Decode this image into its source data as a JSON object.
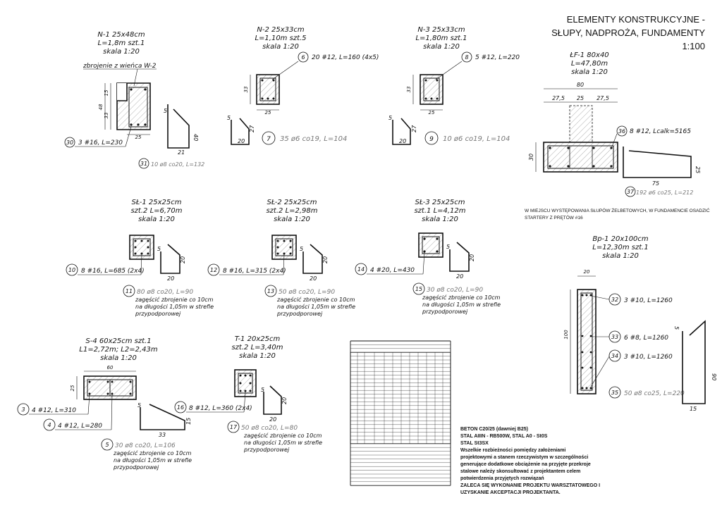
{
  "title": {
    "line1": "ELEMENTY KONSTRUKCYJNE -",
    "line2": "SŁUPY, NADPROŻA, FUNDAMENTY",
    "scale": "1:100"
  },
  "n1": {
    "l1": "N-1  25x48cm",
    "l2": "L=1,8m  szt.1",
    "l3": "skala  1:20",
    "wieniec": "zbrojenie z wieńca W-2",
    "d15": "15",
    "d48": "48",
    "d33": "33",
    "d25": "25",
    "bar30_num": "30",
    "bar30_text": "3 #16, L=230",
    "bar31_num": "31",
    "bar31_text": "10 ø8 co20, ",
    "bar31_len": "L=132",
    "st5": "5",
    "st21": "21",
    "st40": "40"
  },
  "n2": {
    "l1": "N-2  25x33cm",
    "l2": "L=1,10m  szt.5",
    "l3": "skala  1:20",
    "bar6_num": "6",
    "bar6_text": "20 #12, L=160 (4x5)",
    "d33": "33",
    "d25": "25",
    "bar7_num": "7",
    "bar7_text": "35 ø6 co19, ",
    "bar7_len": "L=104",
    "st5": "5",
    "st27": "27",
    "st20": "20"
  },
  "n3": {
    "l1": "N-3  25x33cm",
    "l2": "L=1,80m  szt.1",
    "l3": "skala  1:20",
    "bar8_num": "8",
    "bar8_text": "5 #12, L=220",
    "d33": "33",
    "d25": "25",
    "bar9_num": "9",
    "bar9_text": "10 ø6 co19, ",
    "bar9_len": "L=104",
    "st5": "5",
    "st27": "27",
    "st20": "20"
  },
  "lf1": {
    "l1": "ŁF-1  80x40",
    "l2": "L=47,80m",
    "l3": "skala  1:20",
    "d80": "80",
    "d275a": "27,5",
    "d25": "25",
    "d275b": "27,5",
    "d30": "30",
    "bar36_num": "36",
    "bar36_text": "8 #12, Lcalk=5165",
    "bar37_num": "37",
    "bar37_text": "192 ø6 co25, ",
    "bar37_len": "L=212",
    "st75": "75",
    "st25": "25",
    "note1": "W MIEJSCU WYSTĘPOWANIA SŁUPÓW ŻELBETOWYCH, W FUNDAMENCIE OSADZIĆ",
    "note2": "STARTERY Z PRĘTÓW #16"
  },
  "sl1": {
    "l1": "SŁ-1  25x25cm",
    "l2": "szt.2  L=6,70m",
    "l3": "skala  1:20",
    "bar10_num": "10",
    "bar10_text": "8 #16, L=685 (2x4)",
    "bar11_num": "11",
    "bar11_text": "80 ø8 co20, ",
    "bar11_len": "L=90",
    "note1": "zagęścić zbrojenie co 10cm",
    "note2": "na długości 1,05m w strefie",
    "note3": "przypodporowej",
    "st5": "5",
    "st20a": "20",
    "st20b": "20"
  },
  "sl2": {
    "l1": "SŁ-2  25x25cm",
    "l2": "szt.2  L=2,98m",
    "l3": "skala  1:20",
    "bar12_num": "12",
    "bar12_text": "8 #16, L=315 (2x4)",
    "bar13_num": "13",
    "bar13_text": "50 ø8 co20, ",
    "bar13_len": "L=90",
    "note1": "zagęścić zbrojenie co 10cm",
    "note2": "na długości 1,05m w strefie",
    "note3": "przypodporowej",
    "st5": "5",
    "st20a": "20",
    "st20b": "20"
  },
  "sl3": {
    "l1": "SŁ-3  25x25cm",
    "l2": "szt.1  L=4,12m",
    "l3": "skala  1:20",
    "bar14_num": "14",
    "bar14_text": "4 #20, L=430",
    "bar15_num": "15",
    "bar15_text": "30 ø8 co20, ",
    "bar15_len": "L=90",
    "note1": "zagęścić zbrojenie co 10cm",
    "note2": "na długości 1,05m w strefie",
    "note3": "przypodporowej",
    "st5": "5",
    "st20a": "20",
    "st20b": "20"
  },
  "bp1": {
    "l1": "Bp-1  20x100cm",
    "l2": "L=12,30m  szt.1",
    "l3": "skala  1:20",
    "d20": "20",
    "d100": "100",
    "bar32_num": "32",
    "bar32_text": "3 #10, L=1260",
    "bar33_num": "33",
    "bar33_text": "6 #8, L=1260",
    "bar34_num": "34",
    "bar34_text": "3 #10, L=1260",
    "bar35_num": "35",
    "bar35_text": "50 ø8 co25, ",
    "bar35_len": "L=220",
    "st5": "5",
    "st90": "90",
    "st15": "15"
  },
  "s4": {
    "l1": "S-4  60x25cm  szt.1",
    "l2": "L1=2,72m;  L2=2,43m",
    "l3": "skala  1:20",
    "d60": "60",
    "d25": "25",
    "bar3_num": "3",
    "bar3_text": "4 #12, L=310",
    "bar4_num": "4",
    "bar4_text": "4 #12, L=280",
    "bar5_num": "5",
    "bar5_text": "30 ø8 co20, ",
    "bar5_len": "L=106",
    "note1": "zagęścić zbrojenie co 10cm",
    "note2": "na długości 1,05m w strefie",
    "note3": "przypodporowej",
    "st5": "5",
    "st33": "33",
    "st15": "15"
  },
  "t1": {
    "l1": "T-1  20x25cm",
    "l2": "szt.2  L=3,40m",
    "l3": "skala  1:20",
    "bar16_num": "16",
    "bar16_text": "8 #12, L=360 (2x4)",
    "bar17_num": "17",
    "bar17_text": "50 ø8 co20, ",
    "bar17_len": "L=80",
    "note1": "zagęścić zbrojenie co 10cm",
    "note2": "na długości 1,05m w strefie",
    "note3": "przypodporowej",
    "st5": "5",
    "st20a": "20",
    "st20b": "20"
  },
  "notes": {
    "n1": "BETON C20/25 (dawniej B25)",
    "n2": "STAL AIIIN - RB500W, STAL A0 - St0S",
    "n3": "STAL St3SX",
    "n4": "Wszelkie rozbieżności pomiędzy założeniami",
    "n5": "projektowymi a stanem rzeczywistym w szczególności",
    "n6": "generujące dodatkowe obciążenie na przyjęte przekroje",
    "n7": "stalowe należy skonsultować z projektantem celem",
    "n8": "potwierdzenia przyjętych rozwiązań",
    "n9": "ZALECA SIĘ WYKONANIE PROJEKTU WARSZTATOWEGO I",
    "n10": "UZYSKANIE AKCEPTACJI PROJEKTANTA."
  },
  "colors": {
    "ink": "#111111",
    "gray_text": "#777777",
    "hatch": "#9a9a9a"
  }
}
